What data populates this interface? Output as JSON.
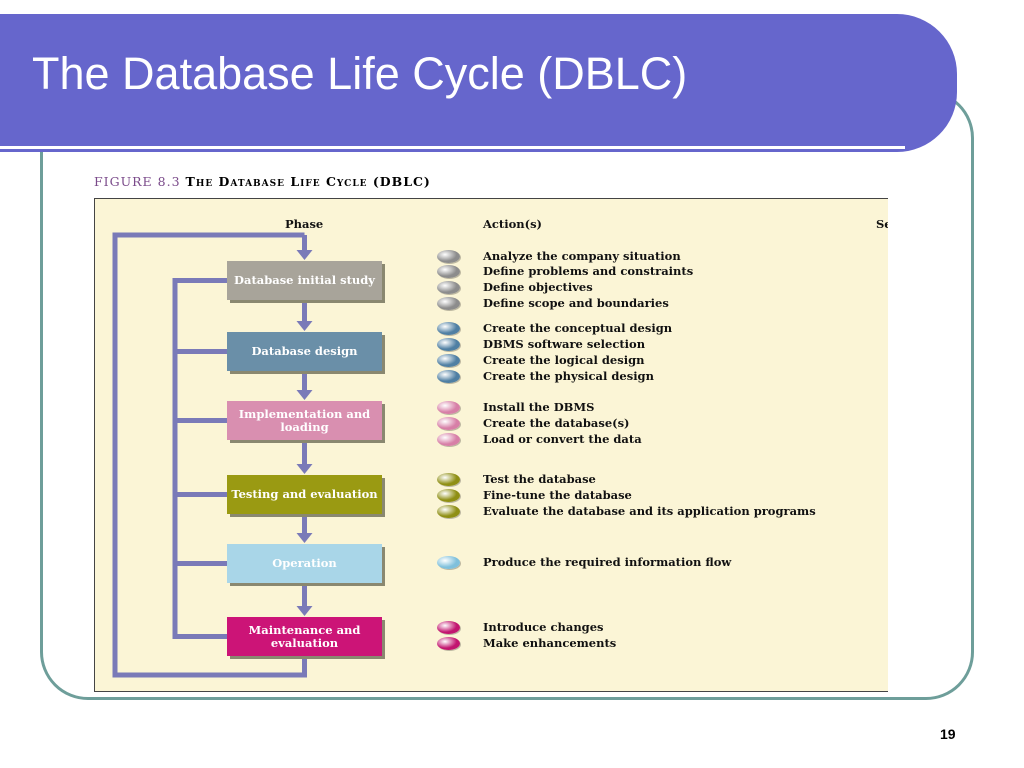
{
  "slide": {
    "title": "The Database Life Cycle (DBLC)",
    "page_number": "19"
  },
  "figure": {
    "number": "FIGURE 8.3",
    "title": "The Database Life Cycle (DBLC)",
    "headers": {
      "phase": "Phase",
      "actions": "Action(s)",
      "cut": "Se"
    },
    "phases": [
      {
        "label": "Database initial study",
        "color": "#a8a49a",
        "bullet_color": "#8c8c8c",
        "actions": [
          "Analyze the company situation",
          "Define problems and constraints",
          "Define objectives",
          "Define scope and boundaries"
        ]
      },
      {
        "label": "Database design",
        "color": "#6a8fa8",
        "bullet_color": "#4f7fa3",
        "actions": [
          "Create the conceptual design",
          "DBMS software selection",
          "Create the logical design",
          "Create the physical design"
        ]
      },
      {
        "label": "Implementation and loading",
        "color": "#d98fb0",
        "bullet_color": "#d77fa7",
        "actions": [
          "Install the DBMS",
          "Create the database(s)",
          "Load or convert the data"
        ]
      },
      {
        "label": "Testing and evaluation",
        "color": "#9a9a12",
        "bullet_color": "#8f8f14",
        "actions": [
          "Test the database",
          "Fine-tune the database",
          "Evaluate the database and its application programs"
        ]
      },
      {
        "label": "Operation",
        "color": "#a9d6e8",
        "bullet_color": "#7fc0dc",
        "actions": [
          "Produce the required information flow"
        ]
      },
      {
        "label": "Maintenance and evaluation",
        "color": "#cc1477",
        "bullet_color": "#c2156f",
        "actions": [
          "Introduce changes",
          "Make enhancements"
        ]
      }
    ],
    "arrow_color": "#7a7ab8"
  }
}
